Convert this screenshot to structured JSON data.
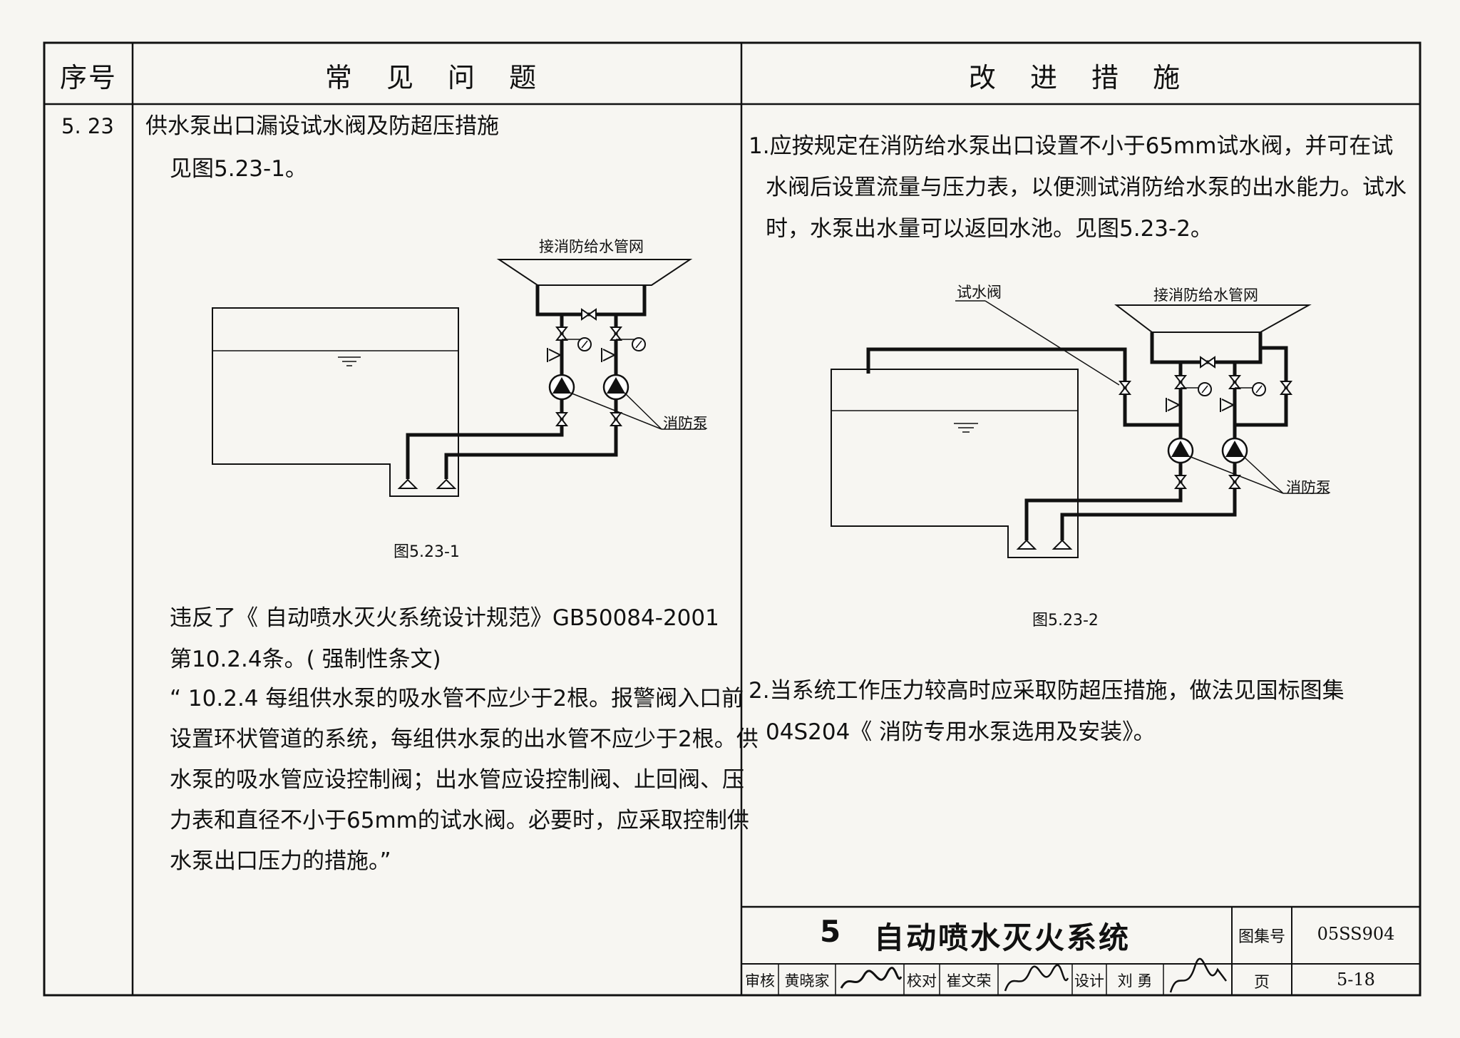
{
  "header": {
    "col_no": "序号",
    "col_problem": "常 见 问 题",
    "col_improve": "改 进 措 施"
  },
  "row": {
    "no": "5. 23",
    "problem_title": "供水泵出口漏设试水阀及防超压措施",
    "problem_ref": "见图5.23-1。",
    "fig1": {
      "network_label": "接消防给水管网",
      "pump_label": "消防泵",
      "caption": "图5.23-1"
    },
    "violation": [
      "违反了《 自动喷水灭火系统设计规范》GB50084-2001",
      "第10.2.4条。( 强制性条文)"
    ],
    "quote": [
      "“ 10.2.4  每组供水泵的吸水管不应少于2根。报警阀入口前",
      "设置环状管道的系统，每组供水泵的出水管不应少于2根。供",
      "水泵的吸水管应设控制阀；出水管应设控制阀、止回阀、压",
      "力表和直径不小于65mm的试水阀。必要时，应采取控制供",
      "水泵出口压力的措施。”"
    ],
    "improve1": [
      "1.应按规定在消防给水泵出口设置不小于65mm试水阀，并可在试",
      "水阀后设置流量与压力表，以便测试消防给水泵的出水能力。试水",
      "时，水泵出水量可以返回水池。见图5.23-2。"
    ],
    "fig2": {
      "test_valve_label": "试水阀",
      "network_label": "接消防给水管网",
      "pump_label": "消防泵",
      "caption": "图5.23-2"
    },
    "improve2": [
      "2.当系统工作压力较高时应采取防超压措施，做法见国标图集",
      "04S204《 消防专用水泵选用及安装》。"
    ]
  },
  "title_block": {
    "chapter": "5",
    "title": "自动喷水灭火系统",
    "atlas_label": "图集号",
    "atlas_no": "05SS904",
    "page_label": "页",
    "page_no": "5-18",
    "review_label": "审核",
    "review_name": "黄晓家",
    "check_label": "校对",
    "check_name": "崔文荣",
    "design_label": "设计",
    "design_name": "刘 勇"
  }
}
